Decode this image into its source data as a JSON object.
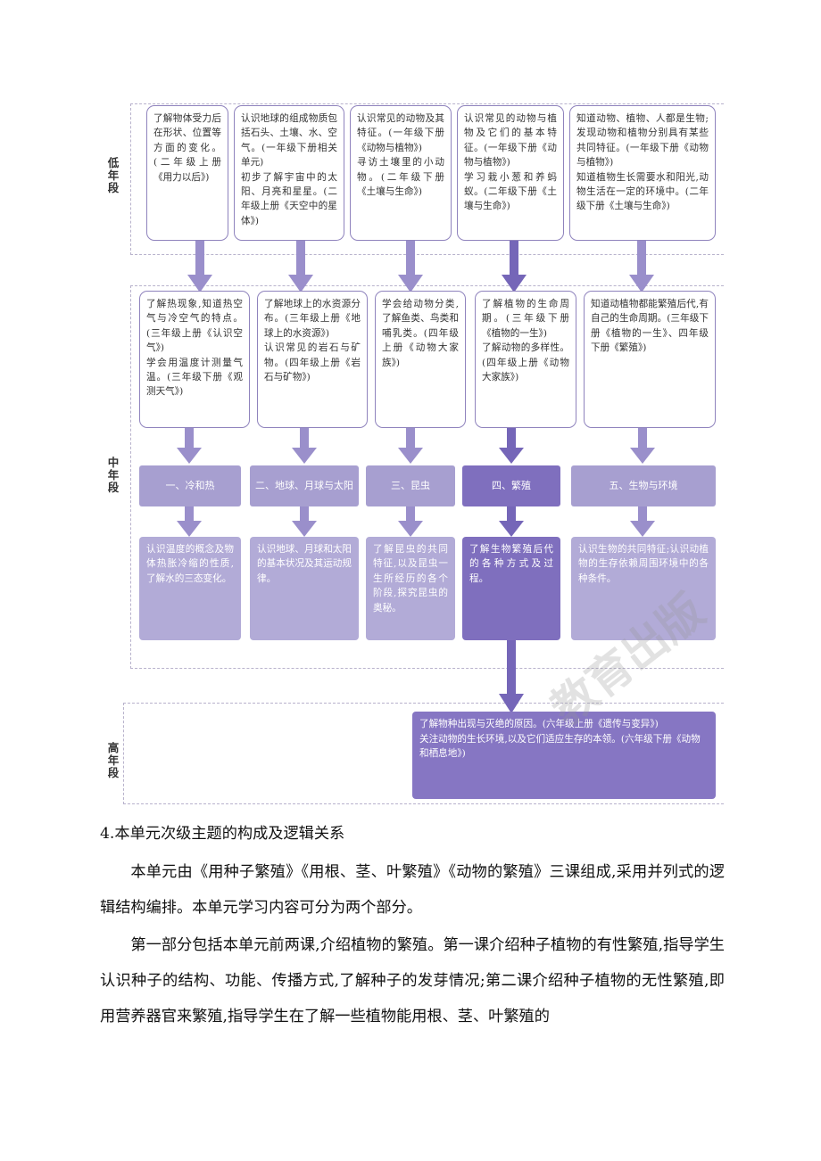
{
  "stages": {
    "low": "低年段",
    "mid": "中年段",
    "high": "高年段"
  },
  "low_boxes": [
    "了解物体受力后在形状、位置等方面的变化。(二年级上册《用力以后》)",
    "认识地球的组成物质包括石头、土壤、水、空气。(一年级下册相关单元)\n初步了解宇宙中的太阳、月亮和星星。(二年级上册《天空中的星体》)",
    "认识常见的动物及其特征。(一年级下册《动物与植物》)\n寻访土壤里的小动物。(二年级下册《土壤与生命》)",
    "认识常见的动物与植物及它们的基本特征。(一年级下册《动物与植物》)\n学习栽小葱和养蚂蚁。(二年级下册《土壤与生命》)",
    "知道动物、植物、人都是生物;发现动物和植物分别具有某些共同特征。(一年级下册《动物与植物》)\n知道植物生长需要水和阳光,动物生活在一定的环境中。(二年级下册《土壤与生命》)"
  ],
  "mid_boxes": [
    "了解热现象,知道热空气与冷空气的特点。(三年级上册《认识空气》)\n学会用温度计测量气温。(三年级下册《观测天气》)",
    "了解地球上的水资源分布。(三年级上册《地球上的水资源》)\n认识常见的岩石与矿物。(四年级上册《岩石与矿物》)",
    "学会给动物分类,了解鱼类、鸟类和哺乳类。(四年级上册《动物大家族》)",
    "了解植物的生命周期。(三年级下册《植物的一生》)\n了解动物的多样性。(四年级上册《动物大家族》)",
    "知道动植物都能繁殖后代,有自己的生命周期。(三年级下册《植物的一生》、四年级下册《繁殖》)"
  ],
  "units": [
    "一、冷和热",
    "二、地球、月球与太阳",
    "三、昆虫",
    "四、繁殖",
    "五、生物与环境"
  ],
  "goals": [
    "认识温度的概念及物体热胀冷缩的性质,了解水的三态变化。",
    "认识地球、月球和太阳的基本状况及其运动规律。",
    "了解昆虫的共同特征,以及昆虫一生所经历的各个阶段,探究昆虫的奥秘。",
    "了解生物繁殖后代的各种方式及过程。",
    "认识生物的共同特征;认识动植物的生存依赖周围环境中的各种条件。"
  ],
  "high_box": "了解物种出现与灭绝的原因。(六年级上册《遗传与变异》)\n关注动物的生长环境,以及它们适应生存的本领。(六年级下册《动物和栖息地》)",
  "watermark": "教育出版",
  "colors": {
    "border": "#8f83bd",
    "unit_light": "#a79fd0",
    "unit_dark": "#7f6fbe",
    "arrow": "#9a8fcb",
    "arrow_dark": "#7566b8"
  },
  "section": {
    "heading": "4.本单元次级主题的构成及逻辑关系",
    "paragraphs": [
      "本单元由《用种子繁殖》《用根、茎、叶繁殖》《动物的繁殖》三课组成,采用并列式的逻辑结构编排。本单元学习内容可分为两个部分。",
      "第一部分包括本单元前两课,介绍植物的繁殖。第一课介绍种子植物的有性繁殖,指导学生认识种子的结构、功能、传播方式,了解种子的发芽情况;第二课介绍种子植物的无性繁殖,即用营养器官来繁殖,指导学生在了解一些植物能用根、茎、叶繁殖的"
    ]
  }
}
